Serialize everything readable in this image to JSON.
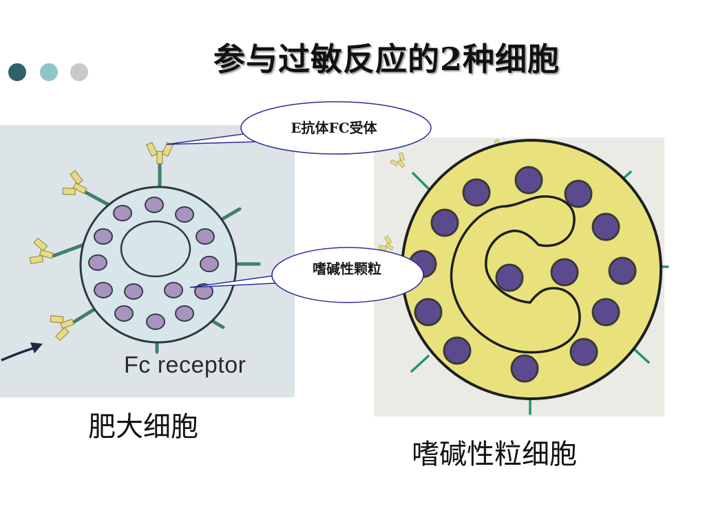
{
  "title": "参与过敏反应的2种细胞",
  "decor_dots": [
    "#2f6166",
    "#8ec6c8",
    "#c9c9c9"
  ],
  "colors": {
    "mast_membrane": "#d7e6ea",
    "mast_granule": "#a894bf",
    "receptor_stalk": "#3f7f6e",
    "antibody": "#e5dc8a",
    "baso_cytoplasm": "#e9e27c",
    "baso_granule": "#5b4b8e",
    "baso_receptor": "#22936d",
    "callout_border": "#2a2a9a"
  },
  "callouts": {
    "ige_fc_receptor": "E抗体FC受体",
    "basophil_granule": "嗜碱性颗粒"
  },
  "mast_cell": {
    "image_label": "Fc  receptor",
    "caption": "肥大细胞"
  },
  "basophil": {
    "caption": "嗜碱性粒细胞"
  }
}
